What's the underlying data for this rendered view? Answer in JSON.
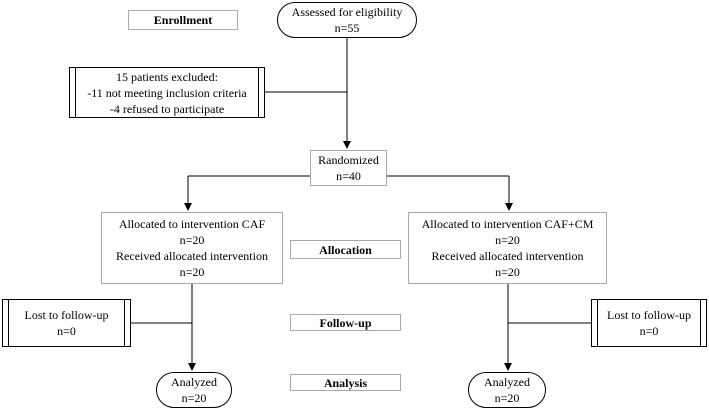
{
  "flowchart": {
    "labels": {
      "enrollment": "Enrollment",
      "allocation": "Allocation",
      "follow_up": "Follow-up",
      "analysis": "Analysis"
    },
    "assessed": {
      "line1": "Assessed for eligibility",
      "line2": "n=55"
    },
    "excluded": {
      "line1": "15 patients excluded:",
      "line2": "-11 not meeting inclusion criteria",
      "line3": "-4 refused to participate"
    },
    "randomized": {
      "line1": "Randomized",
      "line2": "n=40"
    },
    "left_arm": {
      "allocated": {
        "line1": "Allocated to intervention CAF",
        "line2": "n=20",
        "line3": "Received allocated intervention",
        "line4": "n=20"
      },
      "lost": {
        "line1": "Lost to follow-up",
        "line2": "n=0"
      },
      "analyzed": {
        "line1": "Analyzed",
        "line2": "n=20"
      }
    },
    "right_arm": {
      "allocated": {
        "line1": "Allocated to intervention CAF+CM",
        "line2": "n=20",
        "line3": "Received allocated intervention",
        "line4": "n=20"
      },
      "lost": {
        "line1": "Lost to follow-up",
        "line2": "n=0"
      },
      "analyzed": {
        "line1": "Analyzed",
        "line2": "n=20"
      }
    }
  }
}
